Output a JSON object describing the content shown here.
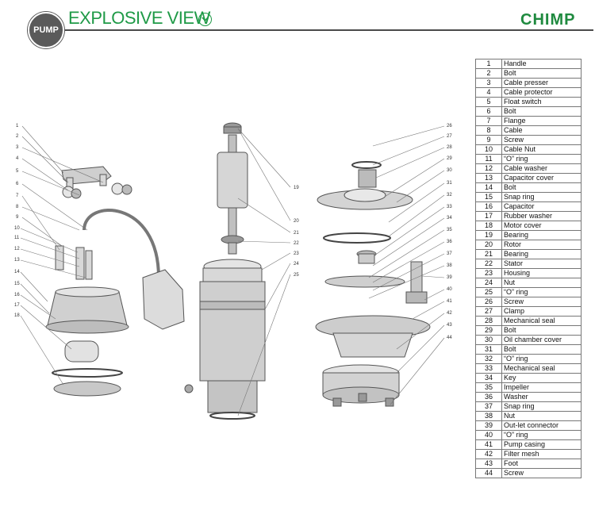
{
  "header": {
    "badge": "PUMP",
    "title": "EXPLOSIVE VIEW",
    "brand": "CHIMP",
    "colors": {
      "accent": "#1f9a47",
      "badge": "#5a5a5a",
      "rule": "#4a4a4a"
    }
  },
  "callouts": {
    "left": [
      "1",
      "2",
      "3",
      "4",
      "5",
      "6",
      "7",
      "8",
      "9",
      "10",
      "11",
      "12",
      "13",
      "14",
      "15",
      "16",
      "17",
      "18"
    ],
    "middle": [
      "19",
      "20",
      "21",
      "22",
      "23",
      "24",
      "25"
    ],
    "right": [
      "26",
      "27",
      "28",
      "29",
      "30",
      "31",
      "32",
      "33",
      "34",
      "35",
      "36",
      "37",
      "38",
      "39",
      "40",
      "41",
      "42",
      "43",
      "44"
    ]
  },
  "parts": [
    {
      "no": "1",
      "name": "Handle"
    },
    {
      "no": "2",
      "name": "Bolt"
    },
    {
      "no": "3",
      "name": "Cable presser"
    },
    {
      "no": "4",
      "name": "Cable protector"
    },
    {
      "no": "5",
      "name": "Float switch"
    },
    {
      "no": "6",
      "name": "Bolt"
    },
    {
      "no": "7",
      "name": "Flange"
    },
    {
      "no": "8",
      "name": "Cable"
    },
    {
      "no": "9",
      "name": "Screw"
    },
    {
      "no": "10",
      "name": "Cable Nut"
    },
    {
      "no": "11",
      "name": "“O” ring"
    },
    {
      "no": "12",
      "name": "Cable washer"
    },
    {
      "no": "13",
      "name": "Capacitor cover"
    },
    {
      "no": "14",
      "name": "Bolt"
    },
    {
      "no": "15",
      "name": "Snap ring"
    },
    {
      "no": "16",
      "name": "Capacitor"
    },
    {
      "no": "17",
      "name": "Rubber washer"
    },
    {
      "no": "18",
      "name": "Motor cover"
    },
    {
      "no": "19",
      "name": "Bearing"
    },
    {
      "no": "20",
      "name": "Rotor"
    },
    {
      "no": "21",
      "name": "Bearing"
    },
    {
      "no": "22",
      "name": "Stator"
    },
    {
      "no": "23",
      "name": "Housing"
    },
    {
      "no": "24",
      "name": "Nut"
    },
    {
      "no": "25",
      "name": "“O” ring"
    },
    {
      "no": "26",
      "name": "Screw"
    },
    {
      "no": "27",
      "name": "Clamp"
    },
    {
      "no": "28",
      "name": "Mechanical seal"
    },
    {
      "no": "29",
      "name": "Bolt"
    },
    {
      "no": "30",
      "name": "Oil chamber cover"
    },
    {
      "no": "31",
      "name": "Bolt"
    },
    {
      "no": "32",
      "name": "“O” ring"
    },
    {
      "no": "33",
      "name": "Mechanical seal"
    },
    {
      "no": "34",
      "name": "Key"
    },
    {
      "no": "35",
      "name": "Impeller"
    },
    {
      "no": "36",
      "name": "Washer"
    },
    {
      "no": "37",
      "name": "Snap ring"
    },
    {
      "no": "38",
      "name": "Nut"
    },
    {
      "no": "39",
      "name": "Out-let connector"
    },
    {
      "no": "40",
      "name": "“O” ring"
    },
    {
      "no": "41",
      "name": "Pump casing"
    },
    {
      "no": "42",
      "name": "Filter mesh"
    },
    {
      "no": "43",
      "name": "Foot"
    },
    {
      "no": "44",
      "name": "Screw"
    }
  ]
}
